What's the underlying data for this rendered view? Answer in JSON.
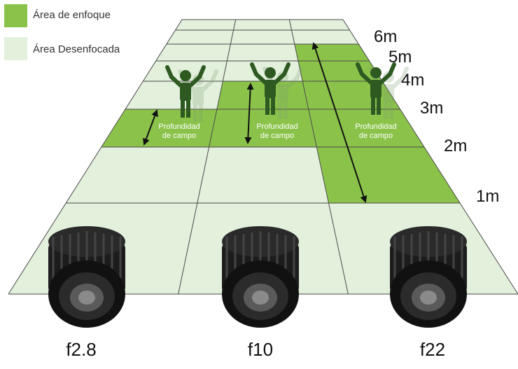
{
  "legend": {
    "focus_label": "Área de enfoque",
    "unfocus_label": "Área Desenfocada",
    "focus_color": "#8bc34a",
    "unfocus_color": "#e3f0dc"
  },
  "distances": [
    "1m",
    "2m",
    "3m",
    "4m",
    "5m",
    "6m"
  ],
  "columns": [
    {
      "aperture": "f2.8",
      "dof_line1": "Profundidad",
      "dof_line2": "de campo",
      "focus_from_m": 2,
      "focus_to_m": 3
    },
    {
      "aperture": "f10",
      "dof_line1": "Profundidad",
      "dof_line2": "de campo",
      "focus_from_m": 2,
      "focus_to_m": 4
    },
    {
      "aperture": "f22",
      "dof_line1": "Profundidad",
      "dof_line2": "de campo",
      "focus_from_m": 1,
      "focus_to_m": 6
    }
  ],
  "colors": {
    "grid_line": "#4a4a4a",
    "figure_color": "#2e5a22",
    "lens_color": "#1c1c1c"
  }
}
